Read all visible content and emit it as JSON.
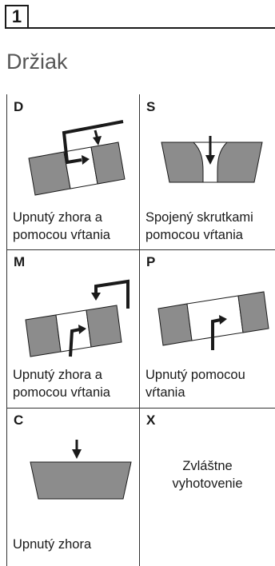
{
  "header": {
    "number": "1",
    "title": "Držiak"
  },
  "cells": [
    {
      "letter": "D",
      "label_line1": "Upnutý zhora a",
      "label_line2": "pomocou vŕtania",
      "icon": "clamp-top-and-hole"
    },
    {
      "letter": "S",
      "label_line1": "Spojený skrutkami",
      "label_line2": "pomocou vŕtania",
      "icon": "screw-through-hole"
    },
    {
      "letter": "M",
      "label_line1": "Upnutý zhora a",
      "label_line2": "pomocou vŕtania",
      "icon": "clamp-top-and-hole"
    },
    {
      "letter": "P",
      "label_line1": "Upnutý pomocou",
      "label_line2": "vŕtania",
      "icon": "pin-hole"
    },
    {
      "letter": "C",
      "label_line1": "Upnutý zhora",
      "label_line2": "",
      "icon": "top-clamp"
    },
    {
      "letter": "X",
      "label_line1": "Zvláštne",
      "label_line2": "vyhotovenie",
      "icon": "special"
    }
  ],
  "colors": {
    "insert_fill": "#8c8c8c",
    "line": "#1a1a1a"
  }
}
